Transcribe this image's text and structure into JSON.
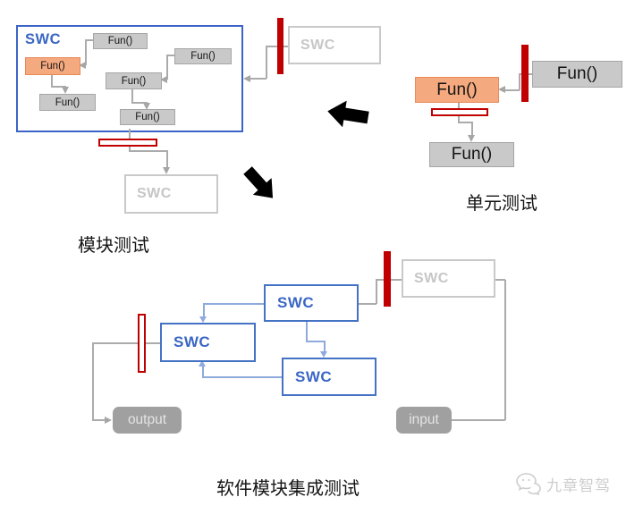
{
  "captions": {
    "module_test": "模块测试",
    "unit_test": "单元测试",
    "integration_test": "软件模块集成测试"
  },
  "labels": {
    "swc": "SWC",
    "fun": "Fun()",
    "output": "output",
    "input": "input"
  },
  "watermark": {
    "brand": "九章智驾"
  },
  "colors": {
    "stub_red": "#C00000",
    "orange_fill": "#F5A97F",
    "orange_border": "#E8895C",
    "blue_border": "#4472C4",
    "blue_text": "#3A66C4",
    "gray_box_fill": "#C9C9C9",
    "gray_outline": "#C9C9C9",
    "connector_gray": "#ABABAB",
    "connector_blue": "#8FAADC",
    "black_arrow": "#000000"
  }
}
